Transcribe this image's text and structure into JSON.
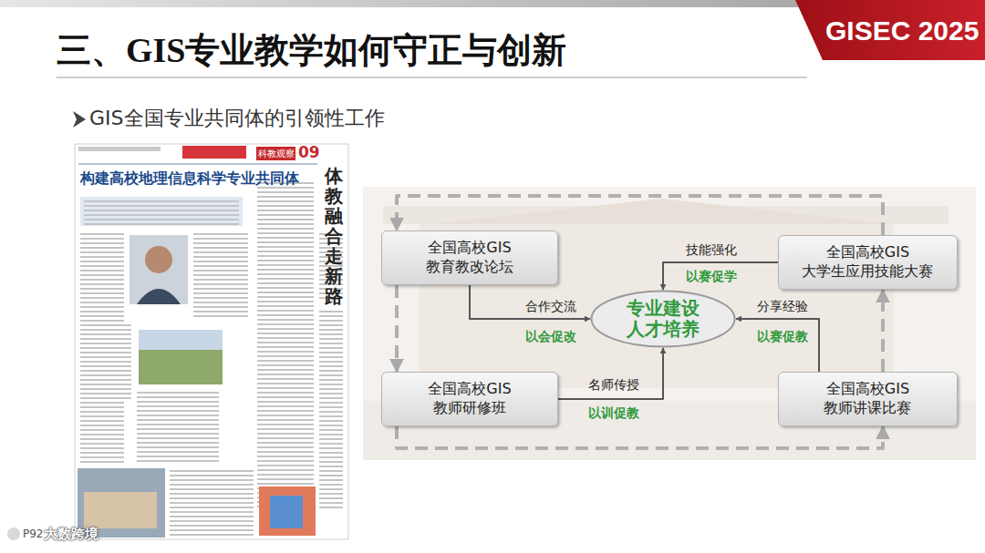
{
  "diagram": {
    "title": "三、GIS专业教学如何守正与创新",
    "nodes": [
      {
        "text": [
          "全国高校GIS 教育教改论坛"
        ]
      },
      {
        "text": [
          "全国高校GIS 大学生应用技能大赛"
        ]
      },
      {
        "text": [
          "专业建设 人才培养"
        ]
      },
      {
        "text": [
          "全国高校GIS 教师研修班"
        ]
      },
      {
        "text": [
          "全国高校GIS 教师讲课比赛"
        ]
      }
    ],
    "edges": [
      {
        "from": 1,
        "to": 2,
        "label": "技能强化",
        "arrow": "to"
      },
      {
        "from": 0,
        "to": 2,
        "label": "合作交流",
        "arrow": "to"
      },
      {
        "from": 3,
        "to": 2,
        "label": "名师传授",
        "arrow": "to"
      },
      {
        "from": 4,
        "to": 2,
        "label": "分享经验",
        "arrow": "to"
      },
      {
        "from": 1,
        "to": 0,
        "arrow": "to"
      },
      {
        "from": 0,
        "to": 3,
        "arrow": "to"
      },
      {
        "from": 3,
        "to": 4,
        "arrow": "to"
      },
      {
        "from": 4,
        "to": 1,
        "arrow": "to"
      }
    ],
    "labels": [
      "GISEC 2025",
      "GIS全国专业共同体的引领性工作",
      "构建高校地理信息科学专业共同体",
      "科教观察",
      "09",
      "体教融合走新路",
      "以会促改",
      "以赛促学",
      "以训促教",
      "以赛促教",
      "P92",
      "大数跨境"
    ]
  }
}
